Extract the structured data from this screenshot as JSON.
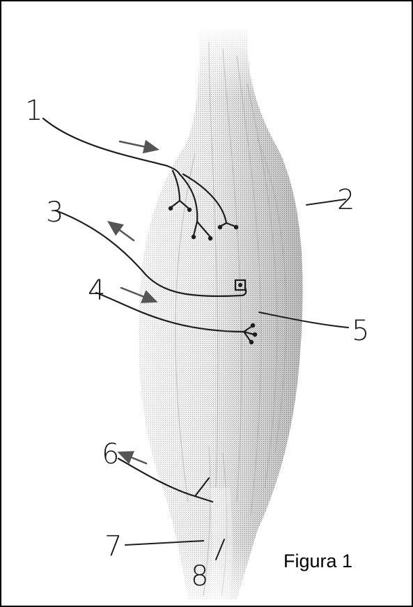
{
  "figure": {
    "caption": "Figura 1",
    "labels": {
      "l1": "1",
      "l2": "2",
      "l3": "3",
      "l4": "4",
      "l5": "5",
      "l6": "6",
      "l7": "7",
      "l8": "8"
    }
  },
  "colors": {
    "frame": "#000000",
    "muscle_light": "#ededed",
    "muscle_dark": "#b8b8b8",
    "ink": "#1e1e1e"
  }
}
